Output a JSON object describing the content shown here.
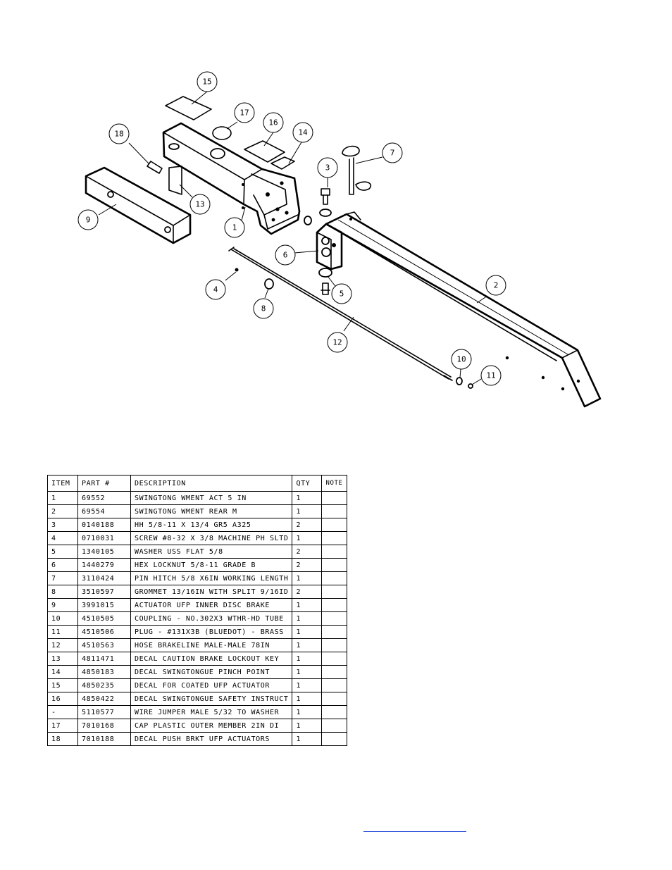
{
  "callouts": [
    "15",
    "17",
    "16",
    "14",
    "18",
    "7",
    "3",
    "13",
    "1",
    "9",
    "6",
    "4",
    "5",
    "8",
    "2",
    "12",
    "10",
    "11"
  ],
  "bom": {
    "headers": [
      "ITEM",
      "PART #",
      "DESCRIPTION",
      "QTY",
      "NOTE"
    ],
    "rows": [
      {
        "item": "1",
        "part": "69552",
        "desc": "SWINGTONG WMENT ACT 5 IN",
        "qty": "1",
        "note": ""
      },
      {
        "item": "2",
        "part": "69554",
        "desc": "SWINGTONG WMENT REAR M",
        "qty": "1",
        "note": ""
      },
      {
        "item": "3",
        "part": "0140188",
        "desc": "HH 5/8-11 X 13/4  GR5 A325",
        "qty": "2",
        "note": ""
      },
      {
        "item": "4",
        "part": "0710031",
        "desc": "SCREW #8-32 X 3/8 MACHINE PH SLTD",
        "qty": "1",
        "note": ""
      },
      {
        "item": "5",
        "part": "1340105",
        "desc": "WASHER USS FLAT 5/8",
        "qty": "2",
        "note": ""
      },
      {
        "item": "6",
        "part": "1440279",
        "desc": "HEX LOCKNUT 5/8-11 GRADE B",
        "qty": "2",
        "note": ""
      },
      {
        "item": "7",
        "part": "3110424",
        "desc": "PIN HITCH 5/8 X6IN WORKING LENGTH",
        "qty": "1",
        "note": ""
      },
      {
        "item": "8",
        "part": "3510597",
        "desc": "GROMMET 13/16IN  WITH SPLIT 9/16ID",
        "qty": "2",
        "note": ""
      },
      {
        "item": "9",
        "part": "3991015",
        "desc": "ACTUATOR UFP INNER  DISC BRAKE",
        "qty": "1",
        "note": ""
      },
      {
        "item": "10",
        "part": "4510505",
        "desc": "COUPLING - NO.302X3 WTHR-HD TUBE",
        "qty": "1",
        "note": ""
      },
      {
        "item": "11",
        "part": "4510506",
        "desc": "PLUG - #131X3B (BLUEDOT) - BRASS",
        "qty": "1",
        "note": ""
      },
      {
        "item": "12",
        "part": "4510563",
        "desc": "HOSE BRAKELINE MALE-MALE 78IN",
        "qty": "1",
        "note": ""
      },
      {
        "item": "13",
        "part": "4811471",
        "desc": "DECAL CAUTION BRAKE LOCKOUT KEY",
        "qty": "1",
        "note": ""
      },
      {
        "item": "14",
        "part": "4850183",
        "desc": "DECAL SWINGTONGUE PINCH POINT",
        "qty": "1",
        "note": ""
      },
      {
        "item": "15",
        "part": "4850235",
        "desc": "DECAL FOR COATED UFP ACTUATOR",
        "qty": "1",
        "note": ""
      },
      {
        "item": "16",
        "part": "4850422",
        "desc": "DECAL SWINGTONGUE SAFETY INSTRUCT",
        "qty": "1",
        "note": ""
      },
      {
        "item": "-",
        "part": "5110577",
        "desc": "WIRE JUMPER MALE 5/32 TO WASHER",
        "qty": "1",
        "note": ""
      },
      {
        "item": "17",
        "part": "7010168",
        "desc": "CAP  PLASTIC OUTER MEMBER 2IN DI",
        "qty": "1",
        "note": ""
      },
      {
        "item": "18",
        "part": "7010188",
        "desc": "DECAL PUSH BRKT UFP ACTUATORS",
        "qty": "1",
        "note": ""
      }
    ]
  },
  "colors": {
    "line": "#000000",
    "link_underline": "#1a3fd8"
  }
}
